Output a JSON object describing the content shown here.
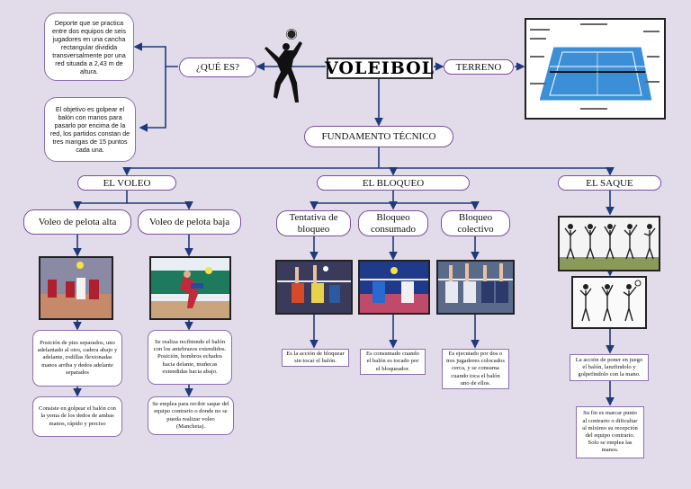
{
  "title": "VOLEIBOL",
  "que_es": {
    "label": "¿QUÉ ES?",
    "definition": "Deporte que se practica entre dos equipos de seis jugadores en una cancha rectangular dividida transversalmente por una red situada a 2,43 m de altura.",
    "objective": "El objetivo es golpear el balón con manos para pasarlo por encima de la red, los partidos constan de tres mangas de 15 puntos cada una."
  },
  "terreno": {
    "label": "TERRENO"
  },
  "fundamento": {
    "label": "FUNDAMENTO TÉCNICO"
  },
  "voleo": {
    "label": "EL VOLEO",
    "alta": {
      "label": "Voleo de pelota alta",
      "note1": "Posición de pies separados, uno adelantado al otro, cadera abajo y adelante, rodillas flexionadas manos arriba y dedos adelante separados",
      "note2": "Consiste en golpear el balón con la yema de los dedos de ambas manos, rápido y preciso"
    },
    "baja": {
      "label": "Voleo de pelota baja",
      "note1": "Se realiza recibiendo el balón con los antebrazos extendidos. Posición, hombros echados hacia delante, muñecas extendidas hacia abajo.",
      "note2": "Se emplea para recibir saque del equipo contrario o donde no se pueda realizar voleo (Mancheta)."
    }
  },
  "bloqueo": {
    "label": "EL BLOQUEO",
    "tentativa": {
      "label": "Tentativa de bloqueo",
      "note": "Es la acción de bloquear sin tocar el balón."
    },
    "consumado": {
      "label": "Bloqueo consumado",
      "note": "Es consumado cuando el balón es tocado por el bloqueador."
    },
    "colectivo": {
      "label": "Bloqueo colectivo",
      "note": "Es ejecutado por dos o tres jugadores colocados cerca, y se consuma cuando toca el balón uno de ellos."
    }
  },
  "saque": {
    "label": "EL SAQUE",
    "note1": "La acción de poner en juego el balón, lanzfindolo y golpefindolo con la mano.",
    "note2": "Su fin es marcar punto al contrario o dificultar al mlximo su recepción del equipo contrario. Solo se emplea las manos."
  },
  "colors": {
    "background": "#e2dcea",
    "line": "#1f3a7a",
    "border": "#7a4f9c"
  }
}
